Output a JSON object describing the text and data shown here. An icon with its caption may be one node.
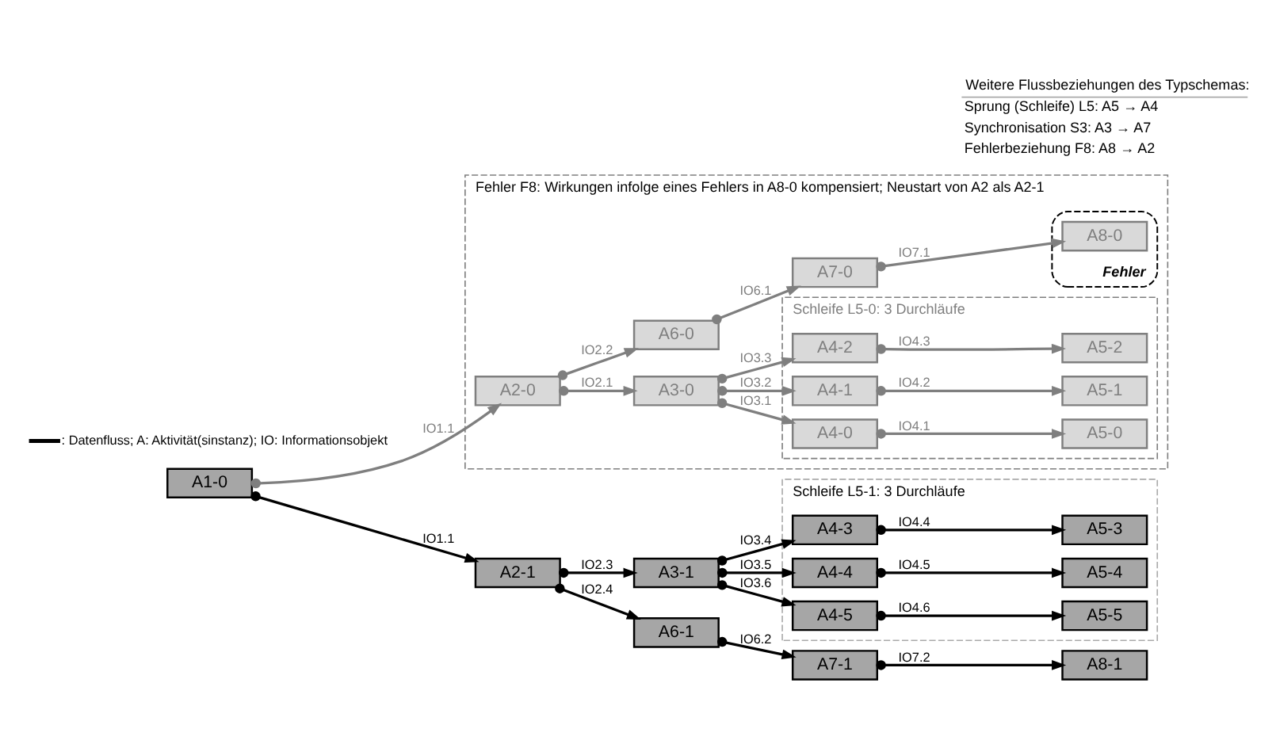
{
  "diagram": {
    "nodes": [
      {
        "text": [
          "Fehler F8: Wirkungen infolge eines Fehlers in A8-0 kompensiert; Neustart von A2 als A2-1"
        ]
      },
      {
        "text": [
          "A2-0"
        ],
        "in": 0
      },
      {
        "text": [
          "A3-0"
        ],
        "in": 0
      },
      {
        "text": [
          "Schleife L5-0: 3 Durchläufe"
        ],
        "in": 0
      },
      {
        "text": [
          "A4-0"
        ],
        "in": 3
      },
      {
        "text": [
          "A5-0"
        ],
        "in": 3
      },
      {
        "text": [
          "A4-1"
        ],
        "in": 3
      },
      {
        "text": [
          "A5-1"
        ],
        "in": 3
      },
      {
        "text": [
          "A4-2"
        ],
        "in": 3
      },
      {
        "text": [
          "A5-2"
        ],
        "in": 3
      },
      {
        "text": [
          "A6-0"
        ],
        "in": 0
      },
      {
        "text": [
          "A7-0"
        ],
        "in": 0
      },
      {
        "text": [],
        "shape": "ellipse",
        "beside": [
          "Fehler"
        ],
        "in": 0
      },
      {
        "text": [
          "A8-0"
        ],
        "in": 12
      },
      {
        "text": [
          "A1-0"
        ]
      },
      {
        "text": [
          "A2-1"
        ]
      },
      {
        "text": [
          "A3-1"
        ]
      },
      {
        "text": [
          "Schleife L5-1: 3 Durchläufe"
        ]
      },
      {
        "text": [
          "A4-3"
        ],
        "in": 17
      },
      {
        "text": [
          "A5-3"
        ],
        "in": 17
      },
      {
        "text": [
          "A4-4"
        ],
        "in": 17
      },
      {
        "text": [
          "A5-4"
        ],
        "in": 17
      },
      {
        "text": [
          "A4-5"
        ],
        "in": 17
      },
      {
        "text": [
          "A5-5"
        ],
        "in": 17
      },
      {
        "text": [
          "A6-1"
        ]
      },
      {
        "text": [
          "A7-1"
        ]
      },
      {
        "text": [
          "A8-1"
        ]
      }
    ],
    "edges": [
      {
        "from": 14,
        "to": 1,
        "arrow": "to",
        "label": "IO1.1",
        "color": "#7f7f7f"
      },
      {
        "from": 1,
        "to": 2,
        "arrow": "to",
        "label": "IO2.1",
        "color": "#7f7f7f"
      },
      {
        "from": 1,
        "to": 10,
        "arrow": "to",
        "label": "IO2.2",
        "color": "#7f7f7f"
      },
      {
        "from": 2,
        "to": 4,
        "arrow": "to",
        "label": "IO3.1",
        "color": "#7f7f7f"
      },
      {
        "from": 2,
        "to": 6,
        "arrow": "to",
        "label": "IO3.2",
        "color": "#7f7f7f"
      },
      {
        "from": 2,
        "to": 8,
        "arrow": "to",
        "label": "IO3.3",
        "color": "#7f7f7f"
      },
      {
        "from": 4,
        "to": 5,
        "arrow": "to",
        "label": "IO4.1",
        "color": "#7f7f7f"
      },
      {
        "from": 6,
        "to": 7,
        "arrow": "to",
        "label": "IO4.2",
        "color": "#7f7f7f"
      },
      {
        "from": 8,
        "to": 9,
        "arrow": "to",
        "label": "IO4.3",
        "color": "#7f7f7f"
      },
      {
        "from": 10,
        "to": 11,
        "arrow": "to",
        "label": "IO6.1",
        "color": "#7f7f7f"
      },
      {
        "from": 11,
        "to": 13,
        "arrow": "to",
        "label": "IO7.1",
        "color": "#7f7f7f"
      },
      {
        "from": 14,
        "to": 15,
        "arrow": "to",
        "label": "IO1.1",
        "color": "#000000"
      },
      {
        "from": 15,
        "to": 16,
        "arrow": "to",
        "label": "IO2.3",
        "color": "#000000"
      },
      {
        "from": 15,
        "to": 24,
        "arrow": "to",
        "label": "IO2.4",
        "color": "#000000"
      },
      {
        "from": 16,
        "to": 18,
        "arrow": "to",
        "label": "IO3.4",
        "color": "#000000"
      },
      {
        "from": 16,
        "to": 20,
        "arrow": "to",
        "label": "IO3.5",
        "color": "#000000"
      },
      {
        "from": 16,
        "to": 22,
        "arrow": "to",
        "label": "IO3.6",
        "color": "#000000"
      },
      {
        "from": 18,
        "to": 19,
        "arrow": "to",
        "label": "IO4.4",
        "color": "#000000"
      },
      {
        "from": 20,
        "to": 21,
        "arrow": "to",
        "label": "IO4.5",
        "color": "#000000"
      },
      {
        "from": 22,
        "to": 23,
        "arrow": "to",
        "label": "IO4.6",
        "color": "#000000"
      },
      {
        "from": 24,
        "to": 25,
        "arrow": "to",
        "label": "IO6.2",
        "color": "#000000"
      },
      {
        "from": 25,
        "to": 26,
        "arrow": "to",
        "label": "IO7.2",
        "color": "#000000"
      }
    ],
    "labels": [
      "Weitere Flussbeziehungen des Typschemas:",
      "Sprung (Schleife) L5: A5 → A4",
      "Synchronisation S3: A3 → A7",
      "Fehlerbeziehung F8: A8 → A2"
    ],
    "legend": [
      {
        "text": ": Datenfluss; A: Aktivität(sinstanz); IO: Informationsobjekt"
      }
    ]
  }
}
